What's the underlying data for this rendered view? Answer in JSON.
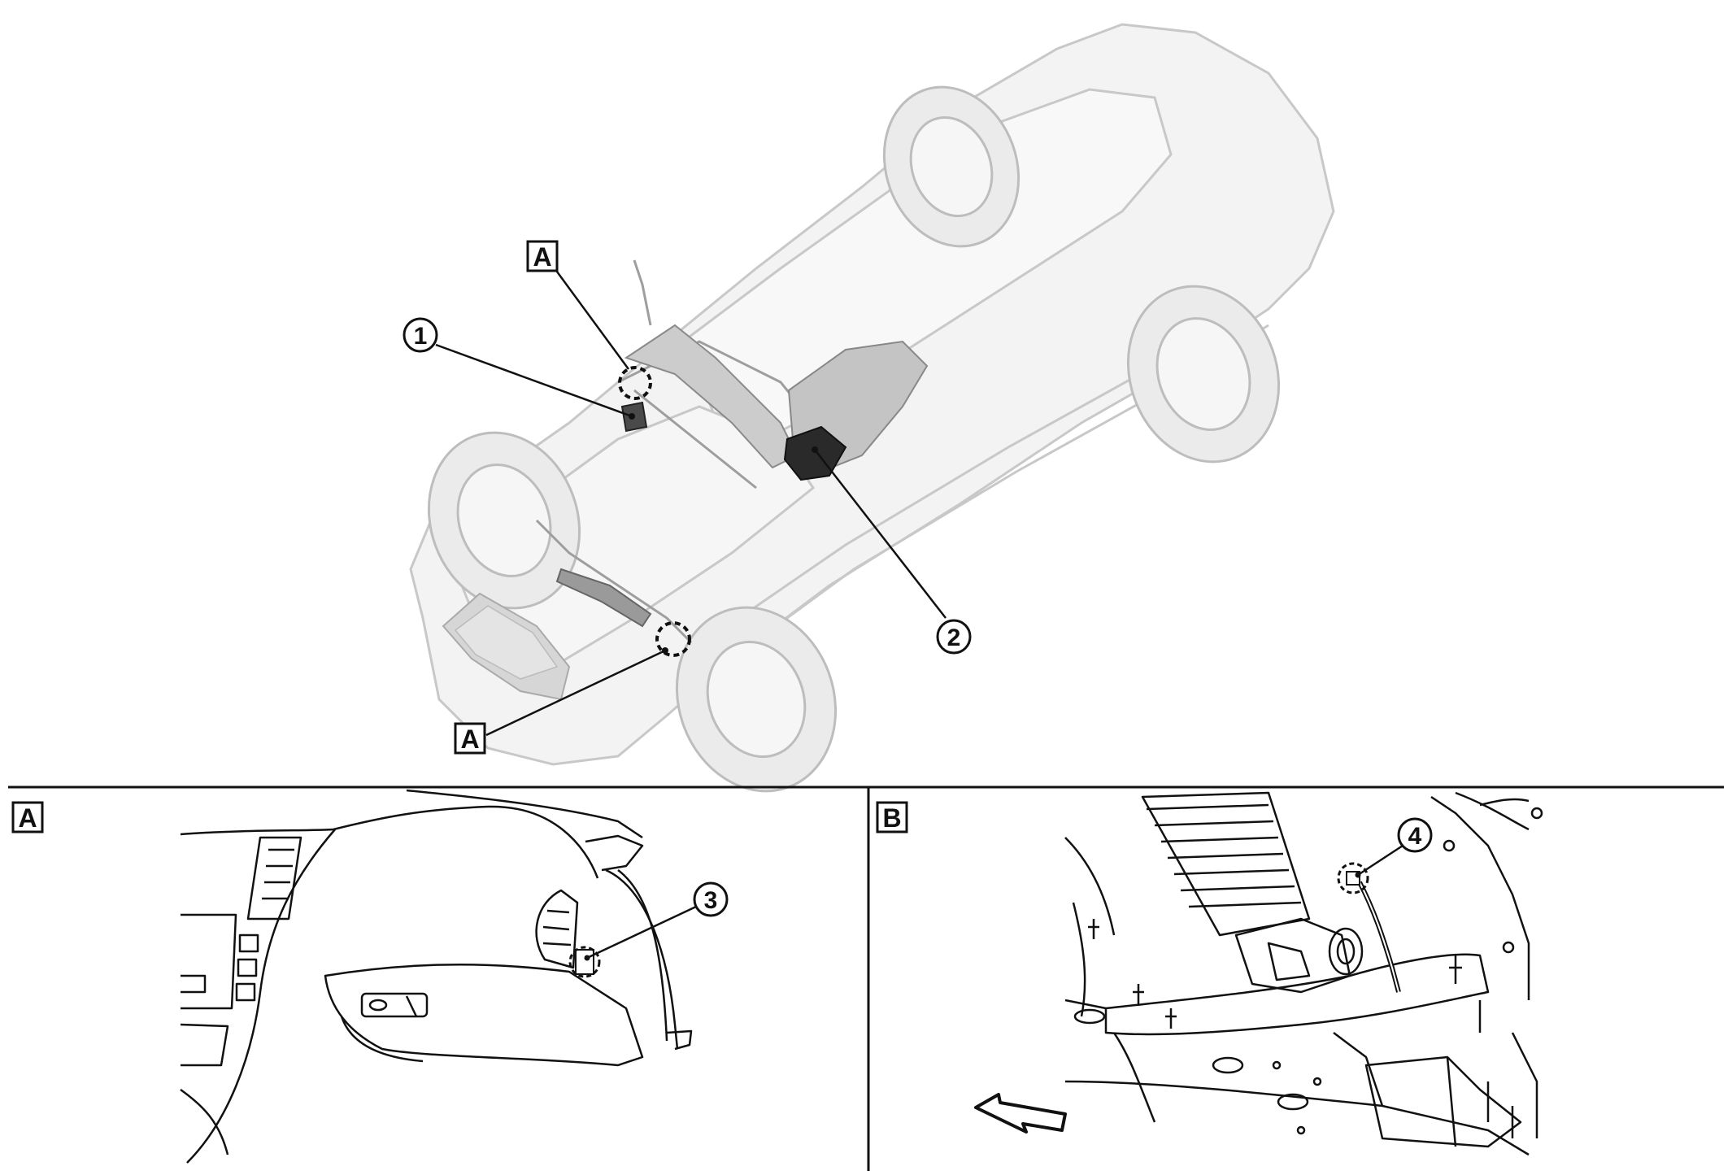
{
  "labels": {
    "view_a": "A",
    "view_b": "B"
  },
  "callouts": {
    "c1": "1",
    "c2": "2",
    "c3": "3",
    "c4": "4"
  },
  "colors": {
    "line": "#111111",
    "ghost": "#cfcfcf",
    "ghost_fill": "#f1f1f1",
    "part_dark": "#2a2a2a",
    "part_mid": "#8a8a8a"
  }
}
